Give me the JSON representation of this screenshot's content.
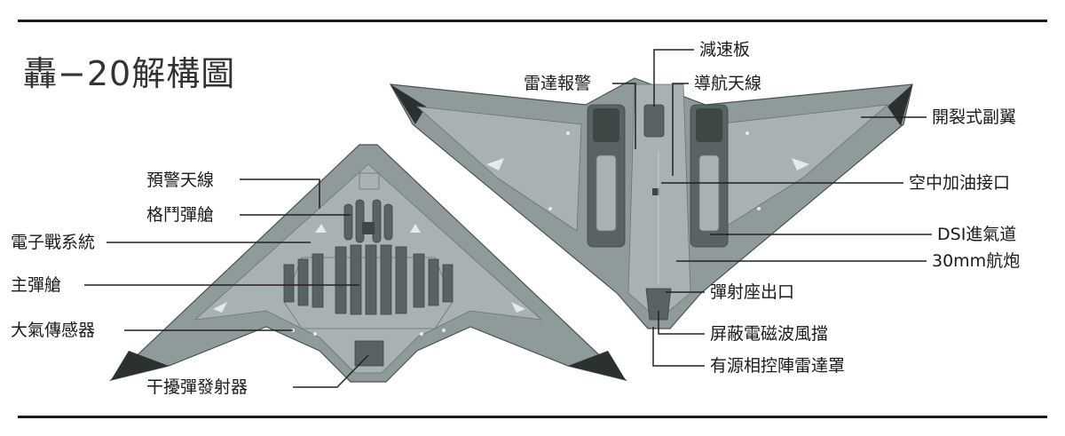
{
  "title": "轟−20解構圖",
  "left_labels": [
    "預警天線",
    "格鬥彈艙",
    "電子戰系統",
    "主彈艙",
    "大氣傳感器",
    "干擾彈發射器"
  ],
  "right_labels": [
    "減速板",
    "雷達報警",
    "導航天線",
    "開裂式副翼",
    "空中加油接口",
    "DSI進氣道",
    "30mm航炮",
    "彈射座出口",
    "屏蔽電磁波風擋",
    "有源相控陣雷達罩"
  ],
  "colors": {
    "hull": "#8f9a9a",
    "panel": "#a8b2b2",
    "dark": "#5a6363",
    "rule": "#1a1a1a"
  }
}
